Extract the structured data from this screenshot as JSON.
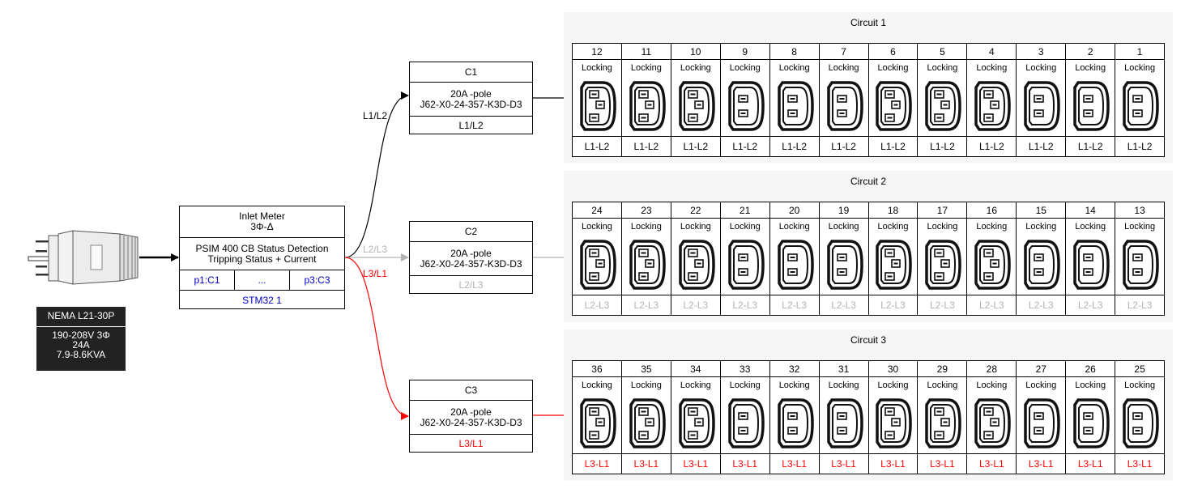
{
  "plug": {
    "model": "NEMA L21-30P",
    "specs": "190-208V 3Φ\n24A\n7.9-8.6KVA"
  },
  "meter": {
    "title": "Inlet Meter\n3Φ-Δ",
    "desc": "PSIM 400 CB Status Detection\nTripping Status + Current",
    "port_first": "p1:C1",
    "port_ellipsis": "...",
    "port_last": "p3:C3",
    "controller": "STM32 1"
  },
  "colors": {
    "l1l2": "#000000",
    "l2l3": "#b3b3b3",
    "l3l1": "#ff0000",
    "link_blue": "#0000cc"
  },
  "links": [
    {
      "label": "L1/L2",
      "color": "#000000"
    },
    {
      "label": "L2/L3",
      "color": "#b3b3b3"
    },
    {
      "label": "L3/L1",
      "color": "#ff0000"
    }
  ],
  "breakers": [
    {
      "name": "C1",
      "rating": "20A -pole\nJ62-X0-24-357-K3D-D3",
      "phase": "L1/L2",
      "color": "#000000"
    },
    {
      "name": "C2",
      "rating": "20A -pole\nJ62-X0-24-357-K3D-D3",
      "phase": "L2/L3",
      "color": "#b3b3b3"
    },
    {
      "name": "C3",
      "rating": "20A -pole\nJ62-X0-24-357-K3D-D3",
      "phase": "L3/L1",
      "color": "#ff0000"
    }
  ],
  "circuits": [
    {
      "title": "Circuit 1",
      "phase": "L1-L2",
      "color": "#000000",
      "outlets": [
        "12",
        "11",
        "10",
        "9",
        "8",
        "7",
        "6",
        "5",
        "4",
        "3",
        "2",
        "1"
      ],
      "icon_types": [
        "c19",
        "c19",
        "c19",
        "c13",
        "c13",
        "c13",
        "c19",
        "c19",
        "c19",
        "c13",
        "c13",
        "c13"
      ]
    },
    {
      "title": "Circuit 2",
      "phase": "L2-L3",
      "color": "#b3b3b3",
      "outlets": [
        "24",
        "23",
        "22",
        "21",
        "20",
        "19",
        "18",
        "17",
        "16",
        "15",
        "14",
        "13"
      ],
      "icon_types": [
        "c19",
        "c19",
        "c19",
        "c13",
        "c13",
        "c13",
        "c19",
        "c19",
        "c19",
        "c13",
        "c13",
        "c13"
      ]
    },
    {
      "title": "Circuit 3",
      "phase": "L3-L1",
      "color": "#ff0000",
      "outlets": [
        "36",
        "35",
        "34",
        "33",
        "32",
        "31",
        "30",
        "29",
        "28",
        "27",
        "26",
        "25"
      ],
      "icon_types": [
        "c19",
        "c19",
        "c19",
        "c13",
        "c13",
        "c13",
        "c19",
        "c19",
        "c19",
        "c13",
        "c13",
        "c13"
      ]
    }
  ],
  "outlet_lock_label": "Locking",
  "icons": {
    "plug": "nema-l21-30p-plug-icon",
    "c13": "iec-c13-locking-outlet-icon",
    "c19": "iec-c19-locking-outlet-icon"
  }
}
